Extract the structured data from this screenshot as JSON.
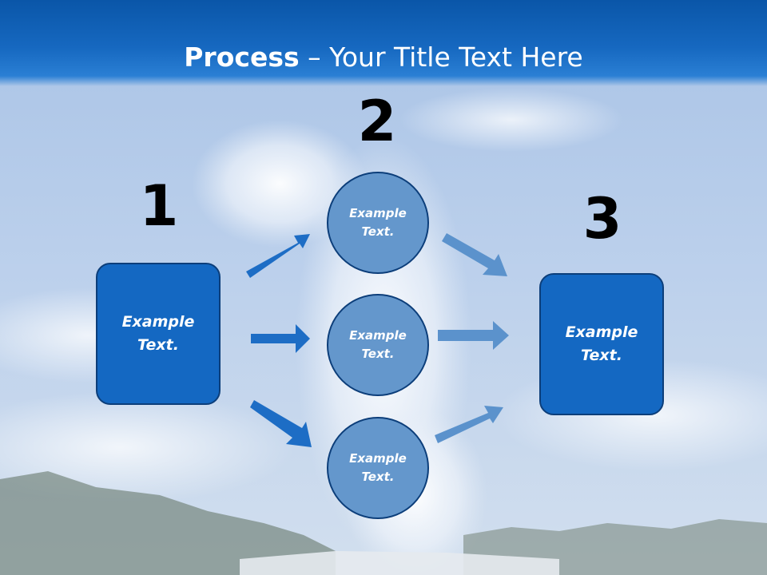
{
  "title": {
    "bold": "Process",
    "rest": " – Your Title Text Here"
  },
  "steps": [
    {
      "number": "1",
      "text_line1": "Example",
      "text_line2": "Text."
    },
    {
      "number": "2",
      "items": [
        {
          "text_line1": "Example",
          "text_line2": "Text."
        },
        {
          "text_line1": "Example",
          "text_line2": "Text."
        },
        {
          "text_line1": "Example",
          "text_line2": "Text."
        }
      ]
    },
    {
      "number": "3",
      "text_line1": "Example",
      "text_line2": "Text."
    }
  ],
  "colors": {
    "header": "#1668c0",
    "box": "#1468c2",
    "circle": "#6497cc",
    "arrow_left": "#1d6dc5",
    "arrow_right": "#5b92cc"
  }
}
